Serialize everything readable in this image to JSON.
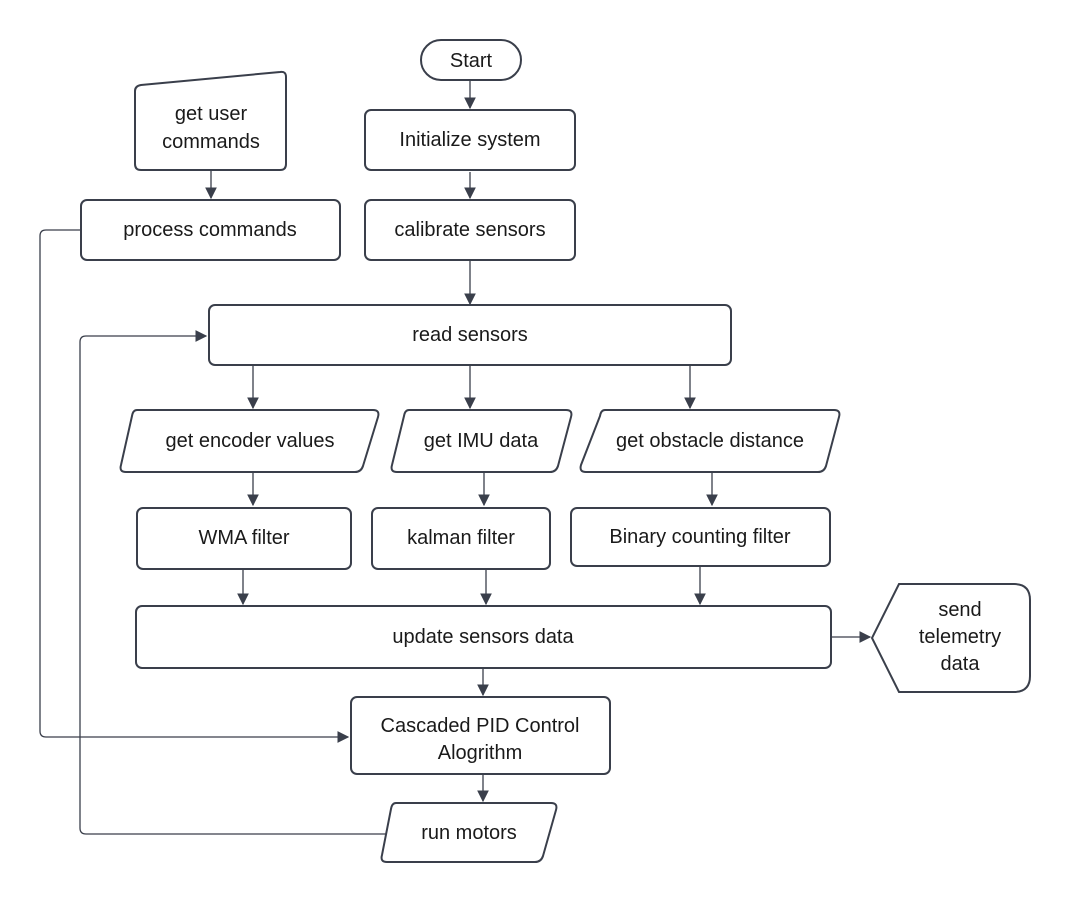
{
  "nodes": {
    "start": "Start",
    "init": "Initialize system",
    "calibrate": "calibrate sensors",
    "user_cmds_1": "get user",
    "user_cmds_2": "commands",
    "process_cmds": "process commands",
    "read_sensors": "read sensors",
    "encoder": "get encoder values",
    "imu": "get IMU data",
    "obstacle": "get obstacle distance",
    "wma": "WMA filter",
    "kalman": "kalman filter",
    "binary": "Binary counting filter",
    "update": "update sensors data",
    "telemetry_1": "send",
    "telemetry_2": "telemetry",
    "telemetry_3": "data",
    "pid_1": "Cascaded PID Control",
    "pid_2": "Alogrithm",
    "motors": "run motors"
  },
  "colors": {
    "stroke": "#3a3f4b",
    "text": "#1a1a1a",
    "fill": "#ffffff"
  }
}
